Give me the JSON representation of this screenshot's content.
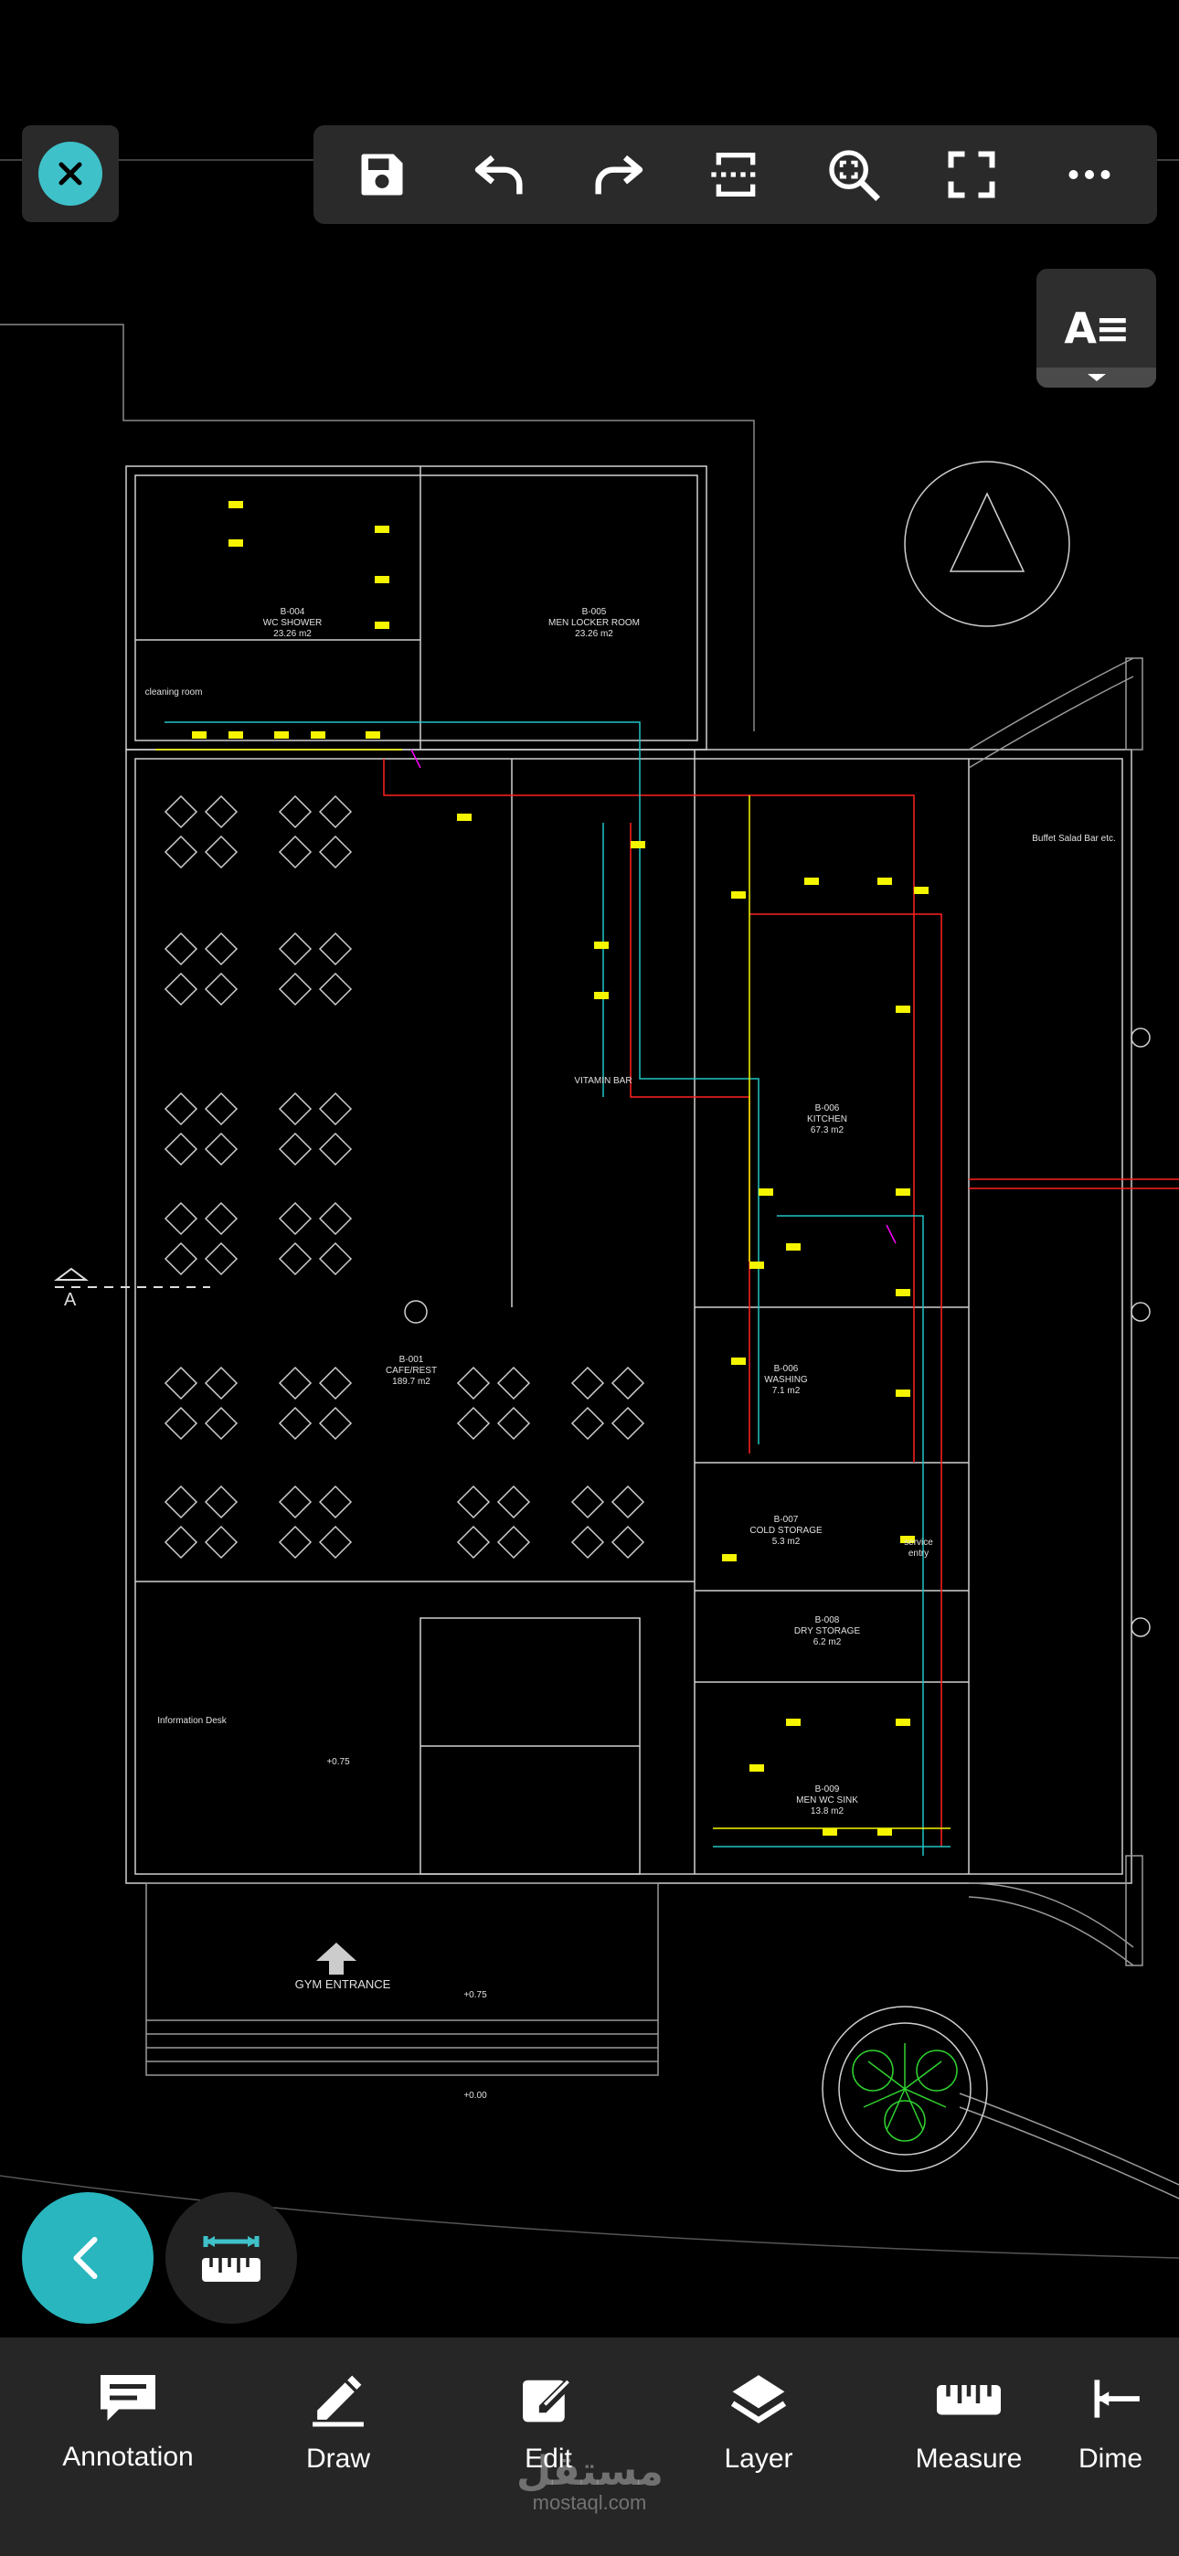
{
  "toolbar": {
    "icons": [
      "close-icon",
      "save-icon",
      "undo-icon",
      "redo-icon",
      "crop-icon",
      "zoom-extents-icon",
      "fullscreen-icon",
      "more-icon"
    ]
  },
  "text_style_button": {
    "label": "A≡"
  },
  "drawing": {
    "labels": {
      "shower_room": "B-004\nWC SHOWER\n23.26 m2",
      "locker_room": "B-005\nMEN LOCKER ROOM\n23.26 m2",
      "cleaning": "cleaning room",
      "cafe": "B-001\nCAFE/REST\n189.7 m2",
      "kitchen": "B-006\nKITCHEN\n67.3 m2",
      "washing": "B-006\nWASHING\n7.1 m2",
      "cold_storage": "B-007\nCOLD STORAGE\n5.3 m2",
      "dry_storage": "B-008\nDRY STORAGE\n6.2 m2",
      "men_wc": "B-009\nMEN WC SINK\n13.8 m2",
      "vitamin_bar": "VITAMIN BAR",
      "info_desk": "Information Desk",
      "buffet": "Buffet Salad Bar etc.",
      "gym_entrance": "GYM ENTRANCE",
      "level_a": "+0.75",
      "level_b": "+0.75",
      "level_c": "+0.00",
      "section_mark": "A",
      "service_entry": "service\nentry"
    }
  },
  "fab": {
    "back_icon": "chevron-left-icon",
    "measure_icon": "ruler-icon"
  },
  "bottom_bar": {
    "items": [
      {
        "label": "Annotation",
        "icon": "annotation-icon"
      },
      {
        "label": "Draw",
        "icon": "pencil-icon"
      },
      {
        "label": "Edit",
        "icon": "edit-icon"
      },
      {
        "label": "Layer",
        "icon": "layers-icon"
      },
      {
        "label": "Measure",
        "icon": "ruler-icon"
      },
      {
        "label": "Dime",
        "icon": "dimension-icon"
      }
    ]
  },
  "watermark": {
    "arabic": "مستقل",
    "latin": "mostaql.com"
  },
  "colors": {
    "accent": "#3fc1c9",
    "cad_line": "#d8d8d8",
    "cad_yellow": "#f5f500",
    "cad_red": "#ff2020",
    "cad_cyan": "#21c4c4",
    "cad_magenta": "#ff00ff",
    "tree_green": "#2fd12f"
  }
}
